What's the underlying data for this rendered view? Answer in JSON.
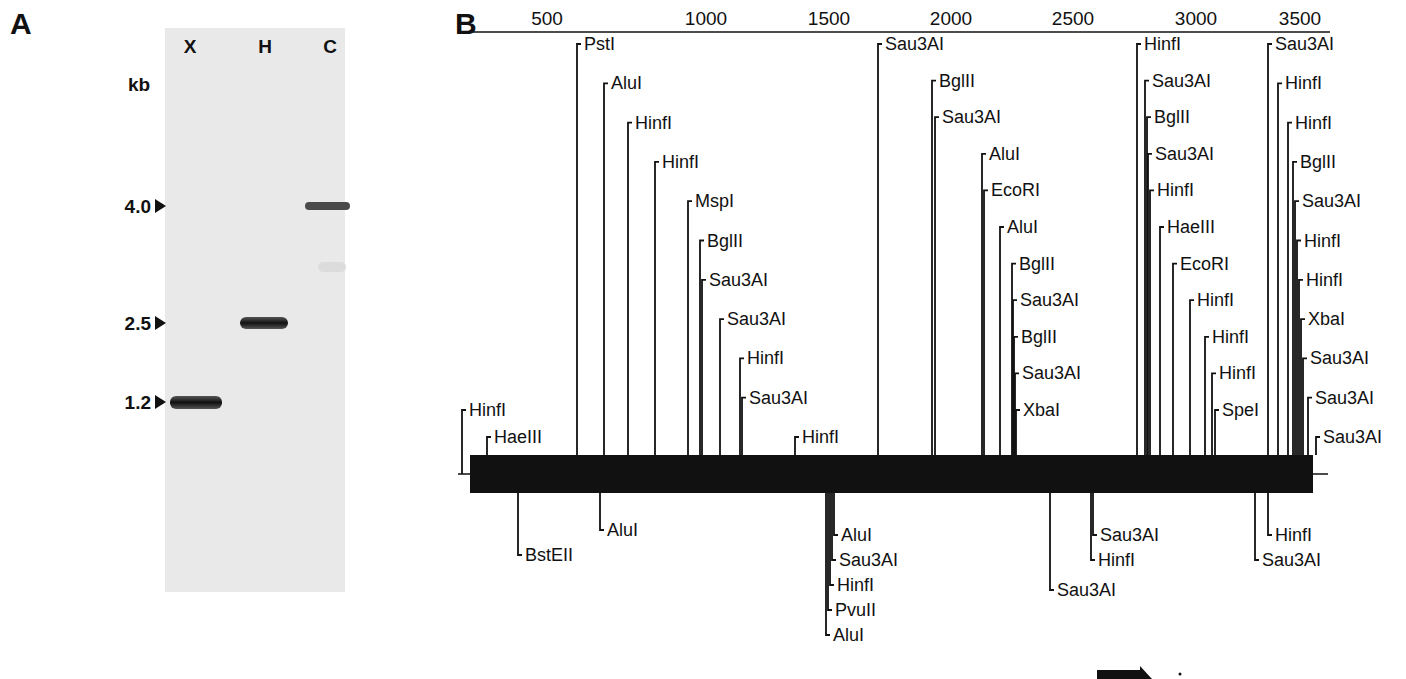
{
  "diagram": {
    "labels": [
      "A",
      "X",
      "H",
      "C",
      "kb",
      "4.0",
      "2.5",
      "1.2",
      "B",
      "500",
      "1000",
      "1500",
      "2000",
      "2500",
      "3000",
      "3500",
      "PstI",
      "AluI",
      "HinfI",
      "HinfI",
      "MspI",
      "BglII",
      "Sau3AI",
      "Sau3AI",
      "HinfI",
      "Sau3AI",
      "HinfI",
      "HinfI",
      "HaeIII",
      "Sau3AI",
      "BglII",
      "Sau3AI",
      "AluI",
      "EcoRI",
      "AluI",
      "BglII",
      "Sau3AI",
      "BglII",
      "Sau3AI",
      "XbaI",
      "HinfI",
      "Sau3AI",
      "BglII",
      "Sau3AI",
      "HinfI",
      "HaeIII",
      "EcoRI",
      "HinfI",
      "HinfI",
      "HinfI",
      "SpeI",
      "Sau3AI",
      "HinfI",
      "HinfI",
      "BglII",
      "Sau3AI",
      "HinfI",
      "HinfI",
      "XbaI",
      "Sau3AI",
      "Sau3AI",
      "Sau3AI",
      "AluI",
      "BstEII",
      "AluI",
      "Sau3AI",
      "HinfI",
      "PvuII",
      "AluI",
      "Sau3AI",
      "Sau3AI",
      "HinfI",
      "Sau3AI",
      "HinfI"
    ]
  }
}
